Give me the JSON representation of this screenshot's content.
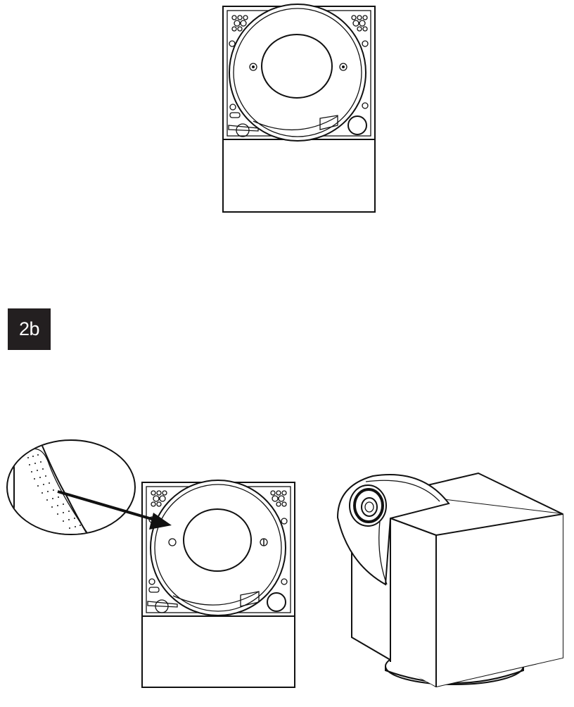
{
  "step": {
    "label": "2b"
  },
  "colors": {
    "badge_bg": "#231f20",
    "badge_text": "#ffffff",
    "line": "#111111"
  },
  "illustrations": [
    {
      "id": "mount-base-top",
      "description_icon": "camera-mount-base-icon"
    },
    {
      "id": "mount-base-with-adhesive",
      "description_icon": "adhesive-pad-icon"
    },
    {
      "id": "camera-assembled",
      "description_icon": "pan-tilt-camera-icon"
    }
  ]
}
